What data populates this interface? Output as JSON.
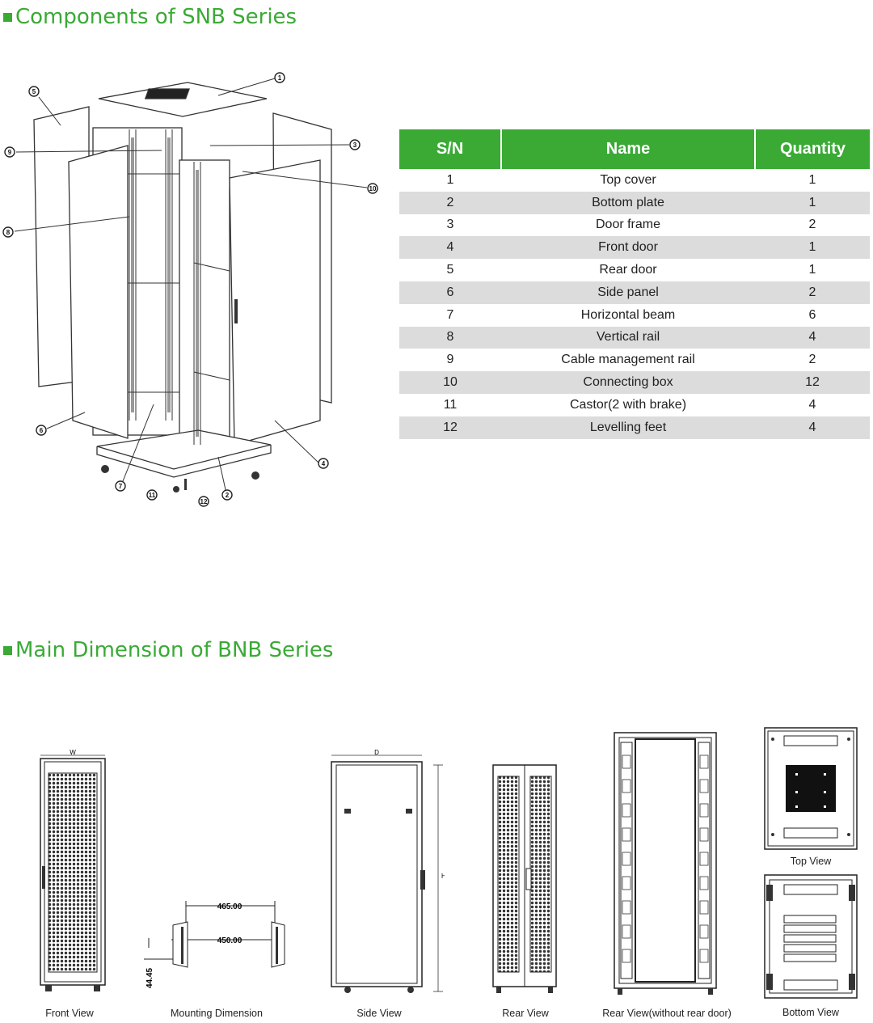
{
  "sections": {
    "components_title": "Components of SNB Series",
    "dimension_title": "Main Dimension of BNB Series"
  },
  "table": {
    "headers": [
      "S/N",
      "Name",
      "Quantity"
    ],
    "rows": [
      {
        "sn": "1",
        "name": "Top cover",
        "qty": "1"
      },
      {
        "sn": "2",
        "name": "Bottom plate",
        "qty": "1"
      },
      {
        "sn": "3",
        "name": "Door frame",
        "qty": "2"
      },
      {
        "sn": "4",
        "name": "Front door",
        "qty": "1"
      },
      {
        "sn": "5",
        "name": "Rear door",
        "qty": "1"
      },
      {
        "sn": "6",
        "name": "Side panel",
        "qty": "2"
      },
      {
        "sn": "7",
        "name": "Horizontal beam",
        "qty": "6"
      },
      {
        "sn": "8",
        "name": "Vertical rail",
        "qty": "4"
      },
      {
        "sn": "9",
        "name": "Cable management rail",
        "qty": "2"
      },
      {
        "sn": "10",
        "name": "Connecting box",
        "qty": "12"
      },
      {
        "sn": "11",
        "name": "Castor(2 with brake)",
        "qty": "4"
      },
      {
        "sn": "12",
        "name": "Levelling feet",
        "qty": "4"
      }
    ]
  },
  "callouts": [
    "1",
    "5",
    "9",
    "3",
    "10",
    "8",
    "6",
    "7",
    "11",
    "12",
    "2",
    "4"
  ],
  "dimensions": {
    "width_label": "W",
    "depth_label": "D",
    "height_label": "H",
    "mount_outer": "465.00",
    "mount_inner": "450.00",
    "mount_unit": "44.45"
  },
  "captions": {
    "front": "Front View",
    "mounting": "Mounting Dimension",
    "side": "Side View",
    "rear": "Rear View",
    "rear_open": "Rear View(without rear door)",
    "top": "Top View",
    "bottom": "Bottom View"
  },
  "colors": {
    "accent": "#3aaa35",
    "row_alt": "#dcdcdc"
  }
}
